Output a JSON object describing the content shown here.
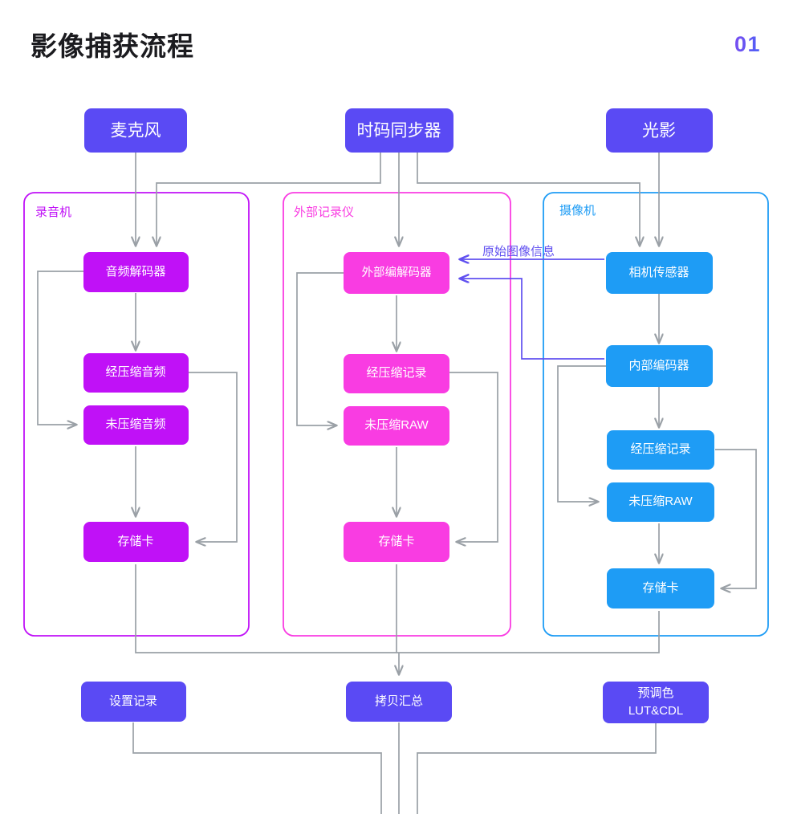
{
  "header": {
    "title": "影像捕获流程",
    "page_number": "01"
  },
  "colors": {
    "indigo": "#5a4af4",
    "violet": "#c011f7",
    "magenta": "#f93ce2",
    "blue": "#1e9cf5",
    "wire": "#9aa0a6",
    "wire_highlight": "#6050f0",
    "title": "#1b1b1f"
  },
  "sources": [
    {
      "id": "mic",
      "label": "麦克风"
    },
    {
      "id": "timecode",
      "label": "时码同步器"
    },
    {
      "id": "light",
      "label": "光影"
    }
  ],
  "groups": [
    {
      "id": "recorder",
      "label": "录音机",
      "color": "#c011f7",
      "nodes": [
        {
          "id": "audio-decoder",
          "label": "音频解码器"
        },
        {
          "id": "compressed-audio",
          "label": "经压缩音频"
        },
        {
          "id": "uncompressed-audio",
          "label": "未压缩音频"
        },
        {
          "id": "recorder-card",
          "label": "存储卡"
        }
      ]
    },
    {
      "id": "external-recorder",
      "label": "外部记录仪",
      "color": "#f93ce2",
      "nodes": [
        {
          "id": "external-codec",
          "label": "外部编解码器"
        },
        {
          "id": "compressed-record",
          "label": "经压缩记录"
        },
        {
          "id": "uncompressed-raw",
          "label": "未压缩RAW"
        },
        {
          "id": "external-card",
          "label": "存储卡"
        }
      ]
    },
    {
      "id": "camera",
      "label": "摄像机",
      "color": "#1e9cf5",
      "nodes": [
        {
          "id": "camera-sensor",
          "label": "相机传感器"
        },
        {
          "id": "internal-encoder",
          "label": "内部编码器"
        },
        {
          "id": "camera-compressed-record",
          "label": "经压缩记录"
        },
        {
          "id": "camera-uncompressed-raw",
          "label": "未压缩RAW"
        },
        {
          "id": "camera-card",
          "label": "存储卡"
        }
      ]
    }
  ],
  "edge_labels": [
    {
      "id": "raw-image-info",
      "label": "原始图像信息"
    }
  ],
  "outputs": [
    {
      "id": "settings-log",
      "label": "设置记录",
      "line2": ""
    },
    {
      "id": "copy-aggregate",
      "label": "拷贝汇总",
      "line2": ""
    },
    {
      "id": "pre-grade",
      "label": "预调色",
      "line2": "LUT&CDL"
    }
  ]
}
